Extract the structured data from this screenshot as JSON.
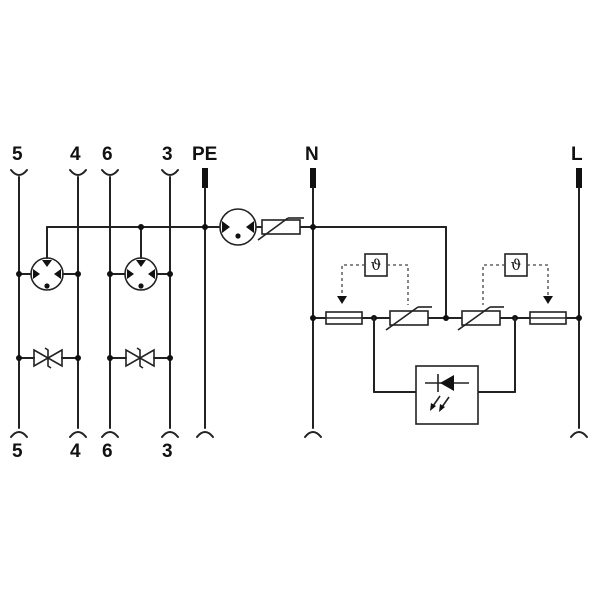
{
  "terminals": {
    "top": [
      "5",
      "4",
      "6",
      "3",
      "PE",
      "N",
      "L"
    ],
    "bottom": [
      "5",
      "4",
      "6",
      "3"
    ]
  },
  "thermal_glyph": "ϑ",
  "colors": {
    "line": "#222222",
    "background": "#ffffff"
  }
}
